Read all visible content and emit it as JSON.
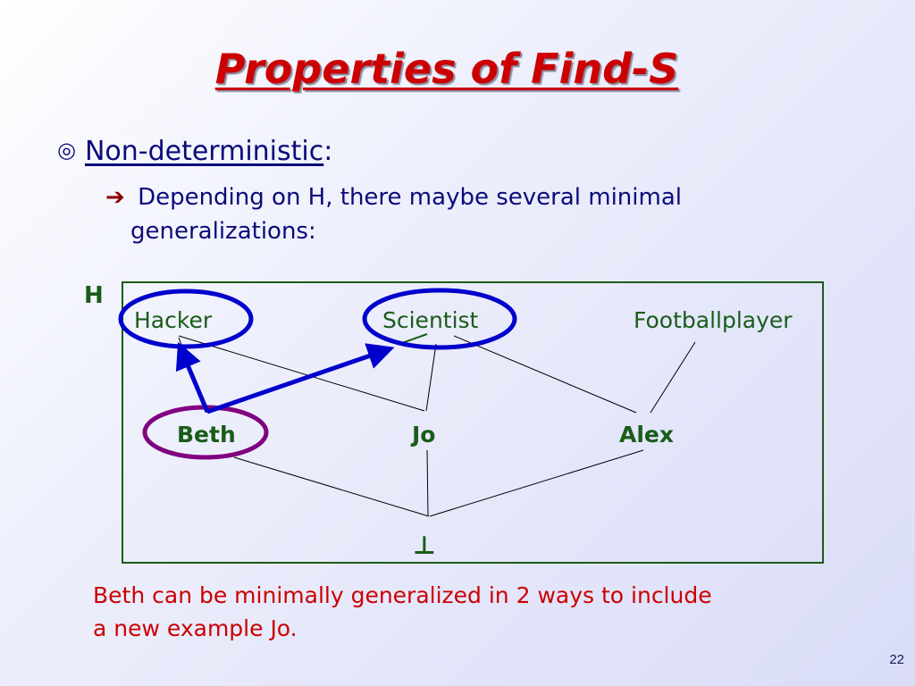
{
  "slide": {
    "title": "Properties of Find-S",
    "bullet_marker": "◎",
    "bullet_term": "Non-deterministic",
    "bullet_colon": ":",
    "sub_arrow": "➔",
    "sub_line1": "Depending on H, there maybe several minimal",
    "sub_line2": "generalizations:",
    "page_number": "22"
  },
  "diagram": {
    "space_label": "H",
    "top_nodes": [
      "Hacker",
      "Scientist",
      "Footballplayer"
    ],
    "middle_nodes": [
      "Beth",
      "Jo",
      "Alex"
    ],
    "bottom_node": "⊥",
    "edges": [
      [
        "Beth",
        "Hacker"
      ],
      [
        "Jo",
        "Hacker"
      ],
      [
        "Jo",
        "Scientist"
      ],
      [
        "Alex",
        "Scientist"
      ],
      [
        "Alex",
        "Footballplayer"
      ],
      [
        "⊥",
        "Beth"
      ],
      [
        "⊥",
        "Jo"
      ],
      [
        "⊥",
        "Alex"
      ]
    ],
    "highlighted_top": [
      "Hacker",
      "Scientist"
    ],
    "highlighted_middle": [
      "Beth"
    ],
    "generalization_arrows": [
      [
        "Beth",
        "Hacker"
      ],
      [
        "Beth",
        "Scientist"
      ]
    ],
    "colors": {
      "frame": "#1a5c1a",
      "node_text": "#1a5c1a",
      "top_highlight": "#0000cc",
      "middle_highlight": "#800080",
      "arrow": "#0000cc"
    }
  },
  "caption": {
    "line1": "Beth can be minimally generalized in 2 ways to include",
    "line2": "a new example Jo."
  }
}
